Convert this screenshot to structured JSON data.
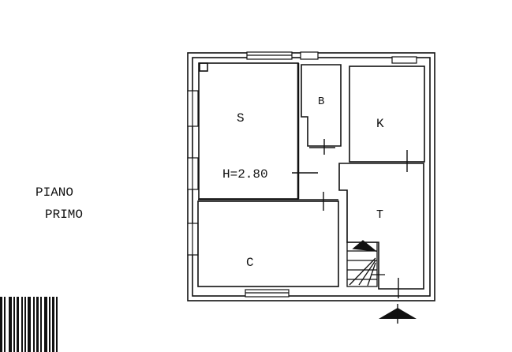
{
  "floor_label": {
    "line1": "PIANO",
    "line2": "PRIMO"
  },
  "rooms": {
    "s": "S",
    "b": "B",
    "k": "K",
    "c": "C",
    "t": "T"
  },
  "height_note": "H=2.80",
  "colors": {
    "ink": "#111111",
    "paper": "#ffffff"
  }
}
